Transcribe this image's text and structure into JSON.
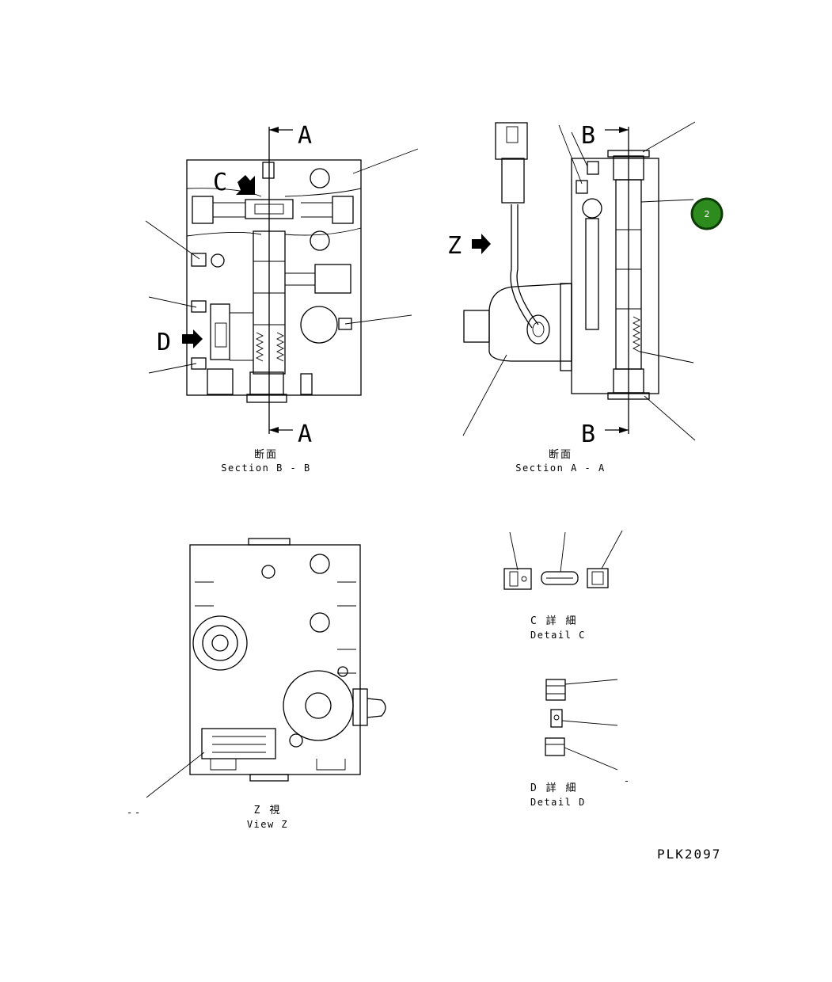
{
  "labels": {
    "section_a_top": "A",
    "section_a_bottom": "A",
    "section_b_top": "B",
    "section_b_bottom": "B",
    "detail_c_marker": "C",
    "detail_d_marker": "D",
    "view_z_marker": "Z"
  },
  "captions": {
    "section_bb_jp": "断面",
    "section_bb_en": "Section B - B",
    "section_aa_jp": "断面",
    "section_aa_en": "Section A - A",
    "view_z_jp": "Z   視",
    "view_z_en": "View Z",
    "detail_c_jp": "C  詳  細",
    "detail_c_en": "Detail C",
    "detail_d_jp": "D  詳  細",
    "detail_d_en": "Detail D"
  },
  "callout_badge": {
    "number": "2",
    "color": "#2e8b1e"
  },
  "drawing_code": "PLK2097",
  "stray_marks": {
    "dash_1": "-",
    "dash_2": "-",
    "dash_3": "-"
  }
}
